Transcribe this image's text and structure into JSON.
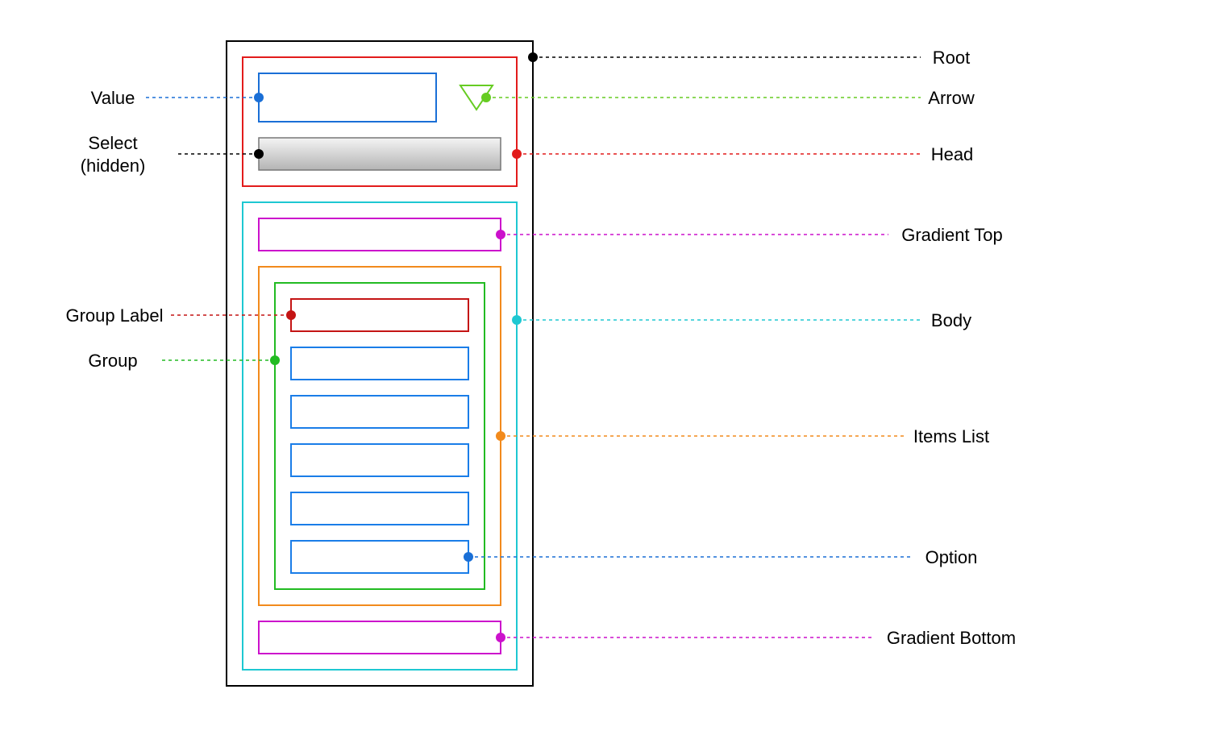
{
  "diagram": {
    "labels": {
      "value": "Value",
      "select_line1": "Select",
      "select_line2": "(hidden)",
      "group_label": "Group Label",
      "group": "Group",
      "root": "Root",
      "arrow": "Arrow",
      "head": "Head",
      "gradient_top": "Gradient Top",
      "body": "Body",
      "items_list": "Items List",
      "option": "Option",
      "gradient_bottom": "Gradient Bottom"
    },
    "colors": {
      "root": "#000000",
      "head": "#e21b1b",
      "value": "#1a6fd6",
      "arrow": "#66cc22",
      "select": "#000000",
      "body": "#1ec8d2",
      "gradient": "#cc11cc",
      "items_list": "#f28a1c",
      "group": "#22bb22",
      "group_label": "#c41414",
      "option": "#1a7de8"
    }
  }
}
